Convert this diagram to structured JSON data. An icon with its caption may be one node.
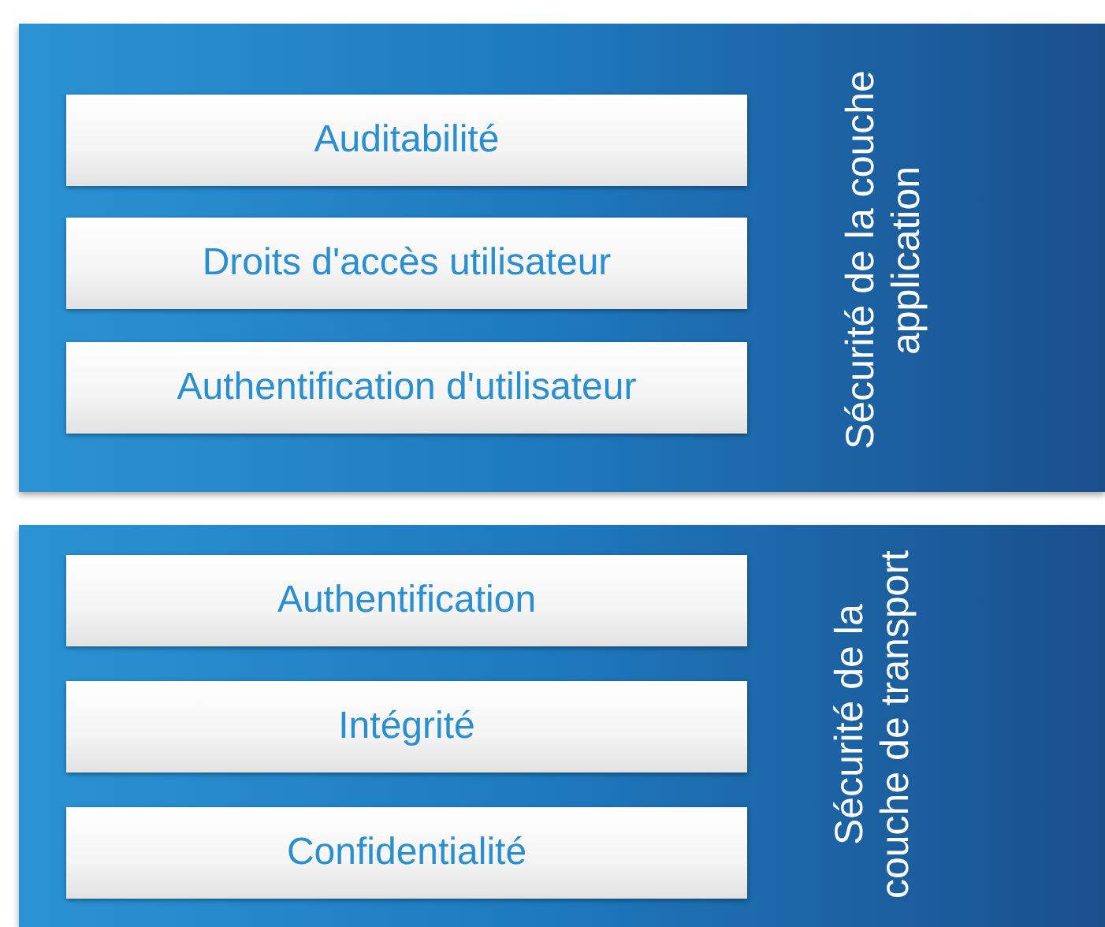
{
  "diagram": {
    "nodes": [
      {
        "text": [
          "Sécurité de la couche application"
        ]
      },
      {
        "text": [
          "Auditabilité"
        ],
        "in": 0
      },
      {
        "text": [
          "Droits d'accès utilisateur"
        ],
        "in": 0
      },
      {
        "text": [
          "Authentification d'utilisateur"
        ],
        "in": 0
      },
      {
        "text": [
          "Sécurité de la couche de transport"
        ]
      },
      {
        "text": [
          "Authentification"
        ],
        "in": 4
      },
      {
        "text": [
          "Intégrité"
        ],
        "in": 4
      },
      {
        "text": [
          "Confidentialité"
        ],
        "in": 4
      }
    ],
    "edges": []
  }
}
